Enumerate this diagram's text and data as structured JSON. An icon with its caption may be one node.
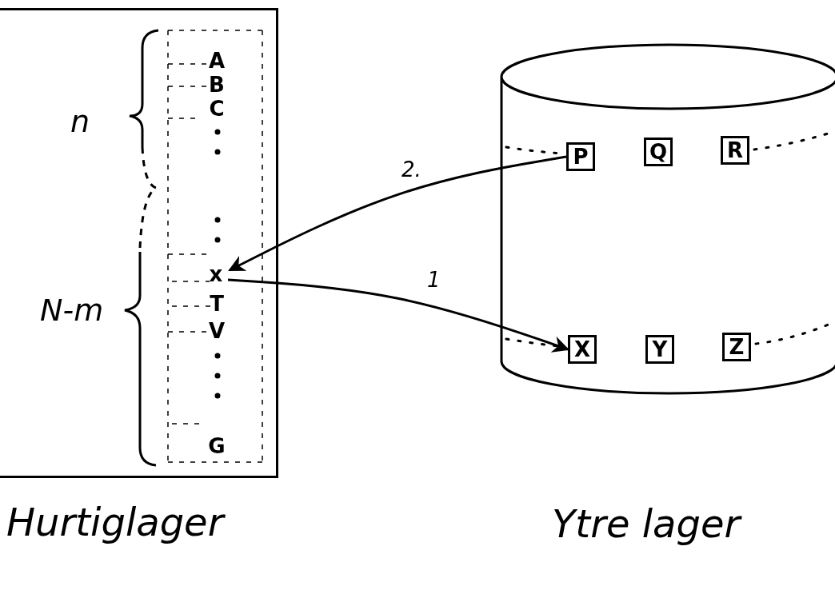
{
  "diagram": {
    "nodes": [
      {
        "text": [
          "Hurtiglager"
        ]
      },
      {
        "text": [
          "A"
        ],
        "in": 0
      },
      {
        "text": [
          "B"
        ],
        "in": 0
      },
      {
        "text": [
          "C"
        ],
        "in": 0
      },
      {
        "text": [
          "x"
        ],
        "in": 0
      },
      {
        "text": [
          "T"
        ],
        "in": 0
      },
      {
        "text": [
          "V"
        ],
        "in": 0
      },
      {
        "text": [
          "G"
        ],
        "in": 0
      },
      {
        "text": [
          "Ytre lager"
        ]
      },
      {
        "text": [
          "P"
        ],
        "in": 8
      },
      {
        "text": [
          "Q"
        ],
        "in": 8
      },
      {
        "text": [
          "R"
        ],
        "in": 8
      },
      {
        "text": [
          "X"
        ],
        "in": 8
      },
      {
        "text": [
          "Y"
        ],
        "in": 8
      },
      {
        "text": [
          "Z"
        ],
        "in": 8
      }
    ],
    "edges": [
      {
        "from": 9,
        "to": 4,
        "arrow": "to",
        "label": "2."
      },
      {
        "from": 4,
        "to": 12,
        "arrow": "to",
        "label": "1"
      }
    ],
    "labels": [
      "n",
      "N-m"
    ]
  }
}
